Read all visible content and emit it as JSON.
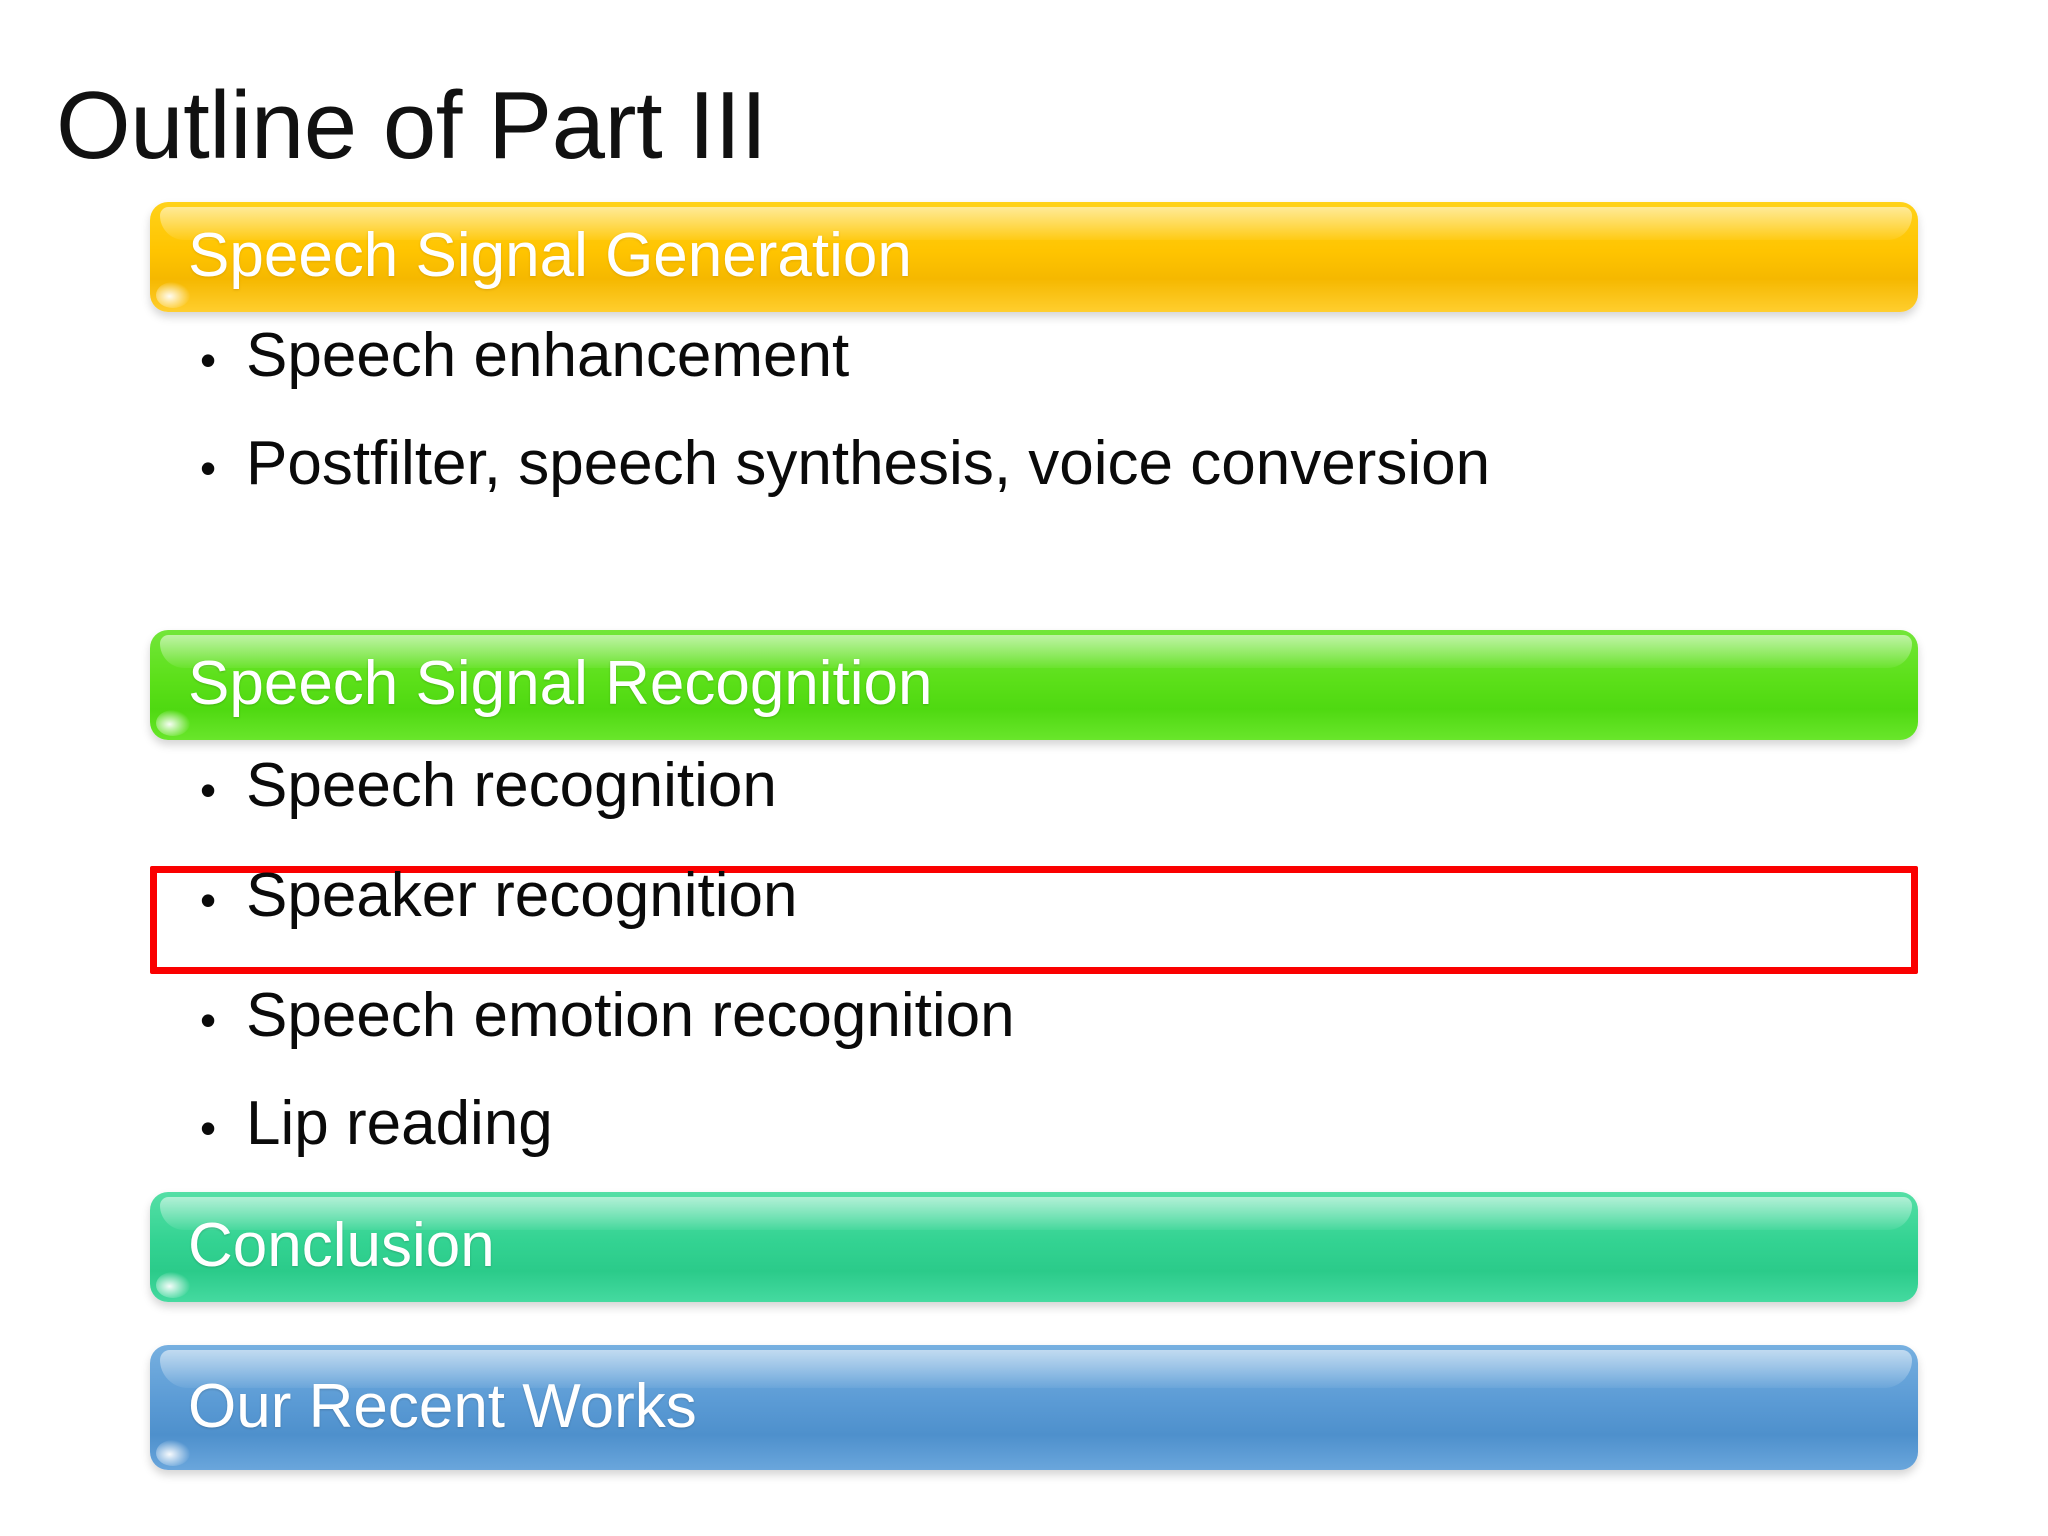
{
  "slide": {
    "title": "Outline of Part III",
    "background_color": "#ffffff",
    "sections": [
      {
        "key": "speech-signal-generation",
        "label": "Speech Signal Generation",
        "color": "#ffc400",
        "color_name": "gold",
        "bullets": [
          "Speech enhancement",
          "Postfilter, speech synthesis, voice conversion"
        ]
      },
      {
        "key": "speech-signal-recognition",
        "label": "Speech Signal Recognition",
        "color": "#5ce019",
        "color_name": "green",
        "bullets": [
          "Speech recognition",
          "Speaker recognition",
          "Speech emotion recognition",
          "Lip reading"
        ]
      },
      {
        "key": "conclusion",
        "label": "Conclusion",
        "color": "#33d392",
        "color_name": "teal",
        "bullets": []
      },
      {
        "key": "our-recent-works",
        "label": "Our Recent Works",
        "color": "#5b9bd5",
        "color_name": "blue",
        "bullets": []
      }
    ],
    "highlight": {
      "target_text": "Speaker recognition",
      "outline_color": "#fa0000"
    },
    "bullet_glyph": "•"
  }
}
